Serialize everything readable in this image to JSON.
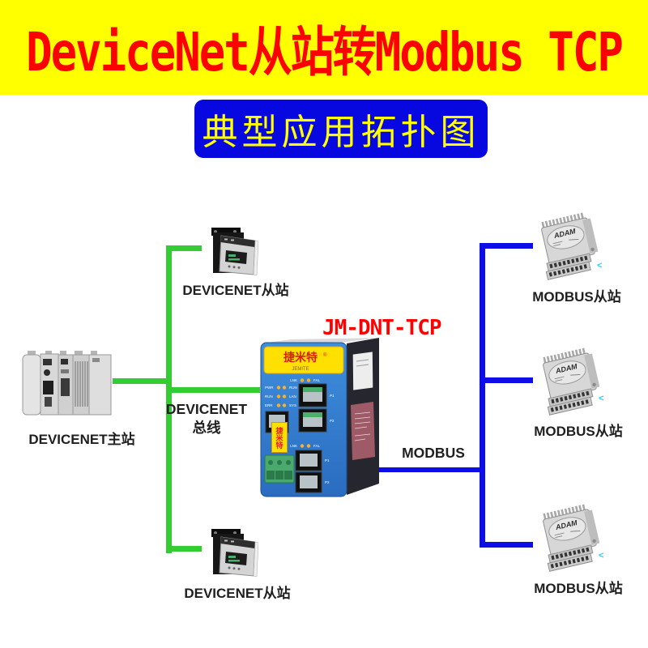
{
  "banner": {
    "title": "DeviceNet从站转Modbus TCP"
  },
  "subtitle": {
    "text": "典型应用拓扑图"
  },
  "gateway": {
    "model": "JM-DNT-TCP",
    "brand": "捷米特",
    "brand_reg": "®",
    "brand_sub": "JEMITE",
    "side_strip": "捷米特",
    "leds": {
      "top_left_label": "LNK",
      "top_right_label": "FAL",
      "left": [
        "PWR",
        "RUN",
        "ERR"
      ],
      "right": [
        "RUN",
        "LAN",
        "SYS"
      ],
      "bottom_left_label": "LNK",
      "bottom_right_label": "FAL"
    },
    "ports": {
      "p1": "P1",
      "p2": "P2",
      "p3": "P1",
      "p4": "P2"
    }
  },
  "nodes": {
    "master": {
      "label": "DEVICENET主站"
    },
    "devicenet_slaves": [
      {
        "label": "DEVICENET从站"
      },
      {
        "label": "DEVICENET从站"
      }
    ],
    "modbus_slaves": [
      {
        "label": "MODBUS从站"
      },
      {
        "label": "MODBUS从站"
      },
      {
        "label": "MODBUS从站"
      }
    ],
    "module_logo": "ADAM"
  },
  "buses": {
    "devicenet": {
      "label_line1": "DEVICENET",
      "label_line2": "总线"
    },
    "modbus": {
      "label": "MODBUS"
    }
  },
  "markers": {
    "cursor": "<"
  },
  "colors": {
    "banner_bg": "#ffff00",
    "title_red": "#fe0000",
    "subtitle_bg": "#0707e0",
    "subtitle_text": "#ffff00",
    "devicenet_bus_green": "#33cc33",
    "modbus_bus_blue": "#0d0de8"
  }
}
